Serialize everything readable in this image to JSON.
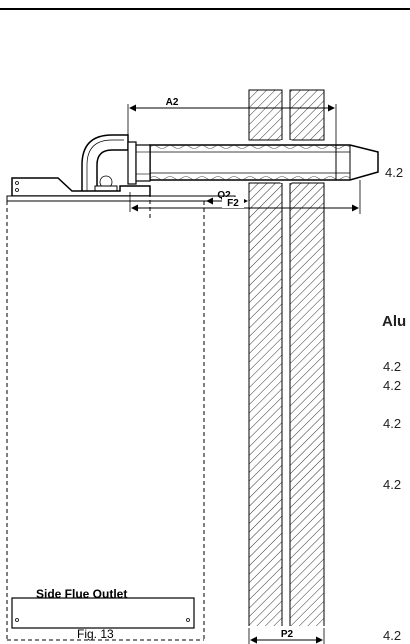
{
  "figure": {
    "dimensions": {
      "a2": "A2",
      "q2": "Q2",
      "f2": "F2",
      "p2": "P2"
    },
    "caption_title": "Side Flue Outlet",
    "caption_number": "Fig. 13"
  },
  "margin_text": {
    "section_heading": "Alu",
    "clauses": [
      "4.2",
      "4.2",
      "4.2",
      "4.2",
      "4.2",
      "4.2"
    ]
  }
}
